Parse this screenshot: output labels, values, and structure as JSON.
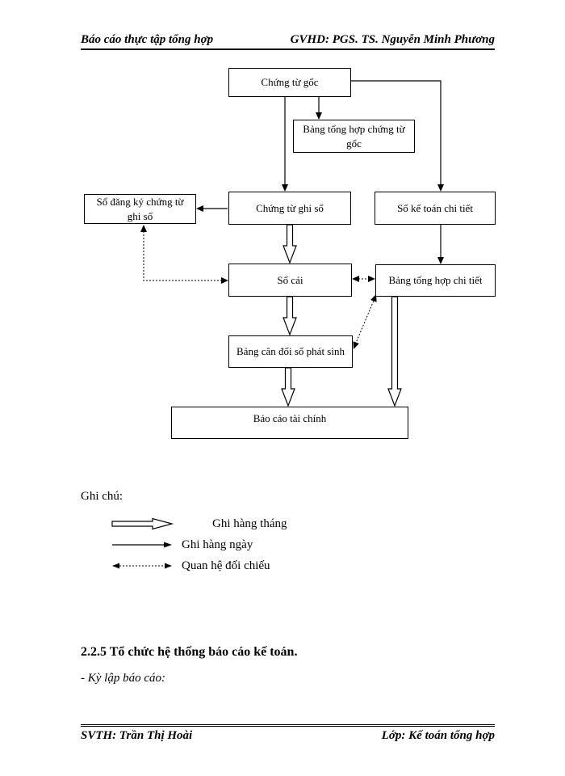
{
  "header": {
    "left": "Báo cáo thực tập tổng hợp",
    "right": "GVHD: PGS. TS. Nguyễn Minh Phương"
  },
  "diagram": {
    "boxes": {
      "chung_tu_goc": "Chứng từ gốc",
      "bang_tong_hop_chung_tu_goc": "Bảng tổng hợp chứng từ gốc",
      "so_dang_ky_chung_tu_ghi_so": "Sổ đăng ký chứng từ ghi sổ",
      "chung_tu_ghi_so": "Chứng từ ghi sổ",
      "so_ke_toan_chi_tiet": "Sổ kế toán chi tiết",
      "so_cai": "Sổ cái",
      "bang_tong_hop_chi_tiet": "Bảng tổng hợp chi tiết",
      "bang_can_doi_so_phat_sinh": "Bảng cân đối số phát sinh",
      "bao_cao_tai_chinh": "Báo cáo tài chính"
    },
    "edges": [
      {
        "from": "chung_tu_goc",
        "to": "chung_tu_ghi_so",
        "type": "daily"
      },
      {
        "from": "chung_tu_goc",
        "to": "bang_tong_hop_chung_tu_goc",
        "type": "daily"
      },
      {
        "from": "chung_tu_goc",
        "to": "so_ke_toan_chi_tiet",
        "type": "daily"
      },
      {
        "from": "chung_tu_ghi_so",
        "to": "so_dang_ky_chung_tu_ghi_so",
        "type": "daily"
      },
      {
        "from": "so_ke_toan_chi_tiet",
        "to": "bang_tong_hop_chi_tiet",
        "type": "daily"
      },
      {
        "from": "chung_tu_ghi_so",
        "to": "so_cai",
        "type": "monthly"
      },
      {
        "from": "so_cai",
        "to": "bang_can_doi_so_phat_sinh",
        "type": "monthly"
      },
      {
        "from": "bang_can_doi_so_phat_sinh",
        "to": "bao_cao_tai_chinh",
        "type": "monthly"
      },
      {
        "from": "bang_tong_hop_chi_tiet",
        "to": "bao_cao_tai_chinh",
        "type": "monthly"
      },
      {
        "from": "so_dang_ky_chung_tu_ghi_so",
        "to": "so_cai",
        "type": "reconcile"
      },
      {
        "from": "so_cai",
        "to": "bang_tong_hop_chi_tiet",
        "type": "reconcile"
      },
      {
        "from": "bang_can_doi_so_phat_sinh",
        "to": "bang_tong_hop_chi_tiet",
        "type": "reconcile"
      }
    ]
  },
  "legend": {
    "title": "Ghi chú:",
    "items": [
      {
        "icon": "hollow-arrow-icon",
        "label": "Ghi hàng tháng"
      },
      {
        "icon": "solid-arrow-icon",
        "label": "Ghi hàng ngày"
      },
      {
        "icon": "dashed-double-arrow-icon",
        "label": "Quan hệ đối chiếu"
      }
    ]
  },
  "section": {
    "heading": "2.2.5 Tổ chức hệ thống báo cáo kế toán.",
    "subline": "- Kỳ lập báo cáo:"
  },
  "footer": {
    "left": "SVTH: Trần Thị Hoài",
    "right": "Lớp: Kế toán tổng hợp"
  },
  "colors": {
    "ink": "#000000",
    "paper": "#ffffff"
  }
}
